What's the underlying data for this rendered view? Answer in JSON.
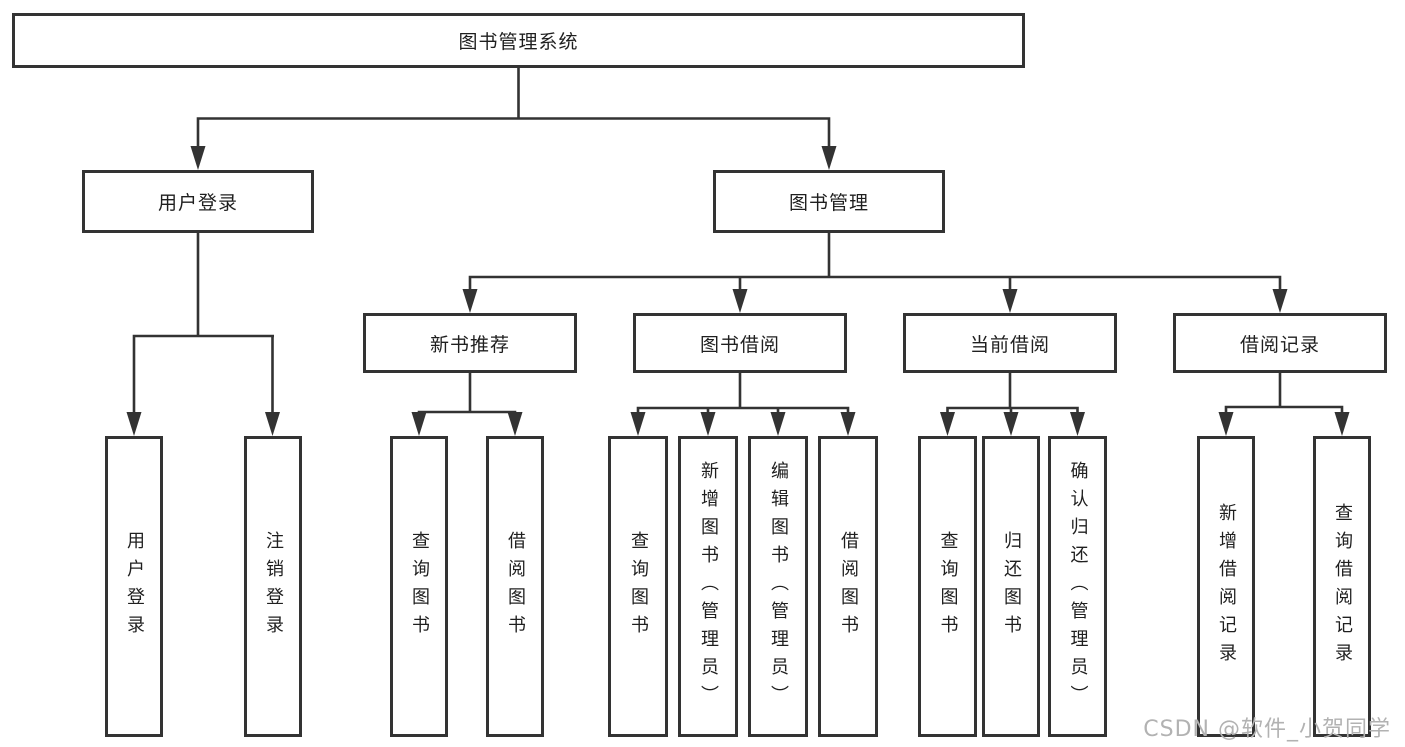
{
  "diagram": {
    "title": "图书管理系统",
    "level2": [
      {
        "label": "用户登录"
      },
      {
        "label": "图书管理"
      }
    ],
    "level3": [
      {
        "label": "新书推荐"
      },
      {
        "label": "图书借阅"
      },
      {
        "label": "当前借阅"
      },
      {
        "label": "借阅记录"
      }
    ],
    "leaves": {
      "user_login": [
        {
          "label": "用户登录"
        },
        {
          "label": "注销登录"
        }
      ],
      "new_book_recommend": [
        {
          "label": "查询图书"
        },
        {
          "label": "借阅图书"
        }
      ],
      "book_borrow": [
        {
          "label": "查询图书"
        },
        {
          "label": "新增图书（管理员）"
        },
        {
          "label": "编辑图书（管理员）"
        },
        {
          "label": "借阅图书"
        }
      ],
      "current_borrow": [
        {
          "label": "查询图书"
        },
        {
          "label": "归还图书"
        },
        {
          "label": "确认归还（管理员）"
        }
      ],
      "borrow_records": [
        {
          "label": "新增借阅记录"
        },
        {
          "label": "查询借阅记录"
        }
      ]
    },
    "watermark": "CSDN @软件_小贺同学",
    "colors": {
      "line": "#333333",
      "box_border": "#333333",
      "text": "#1f1f1f",
      "watermark": "#b2b2b2",
      "background": "#ffffff"
    }
  }
}
